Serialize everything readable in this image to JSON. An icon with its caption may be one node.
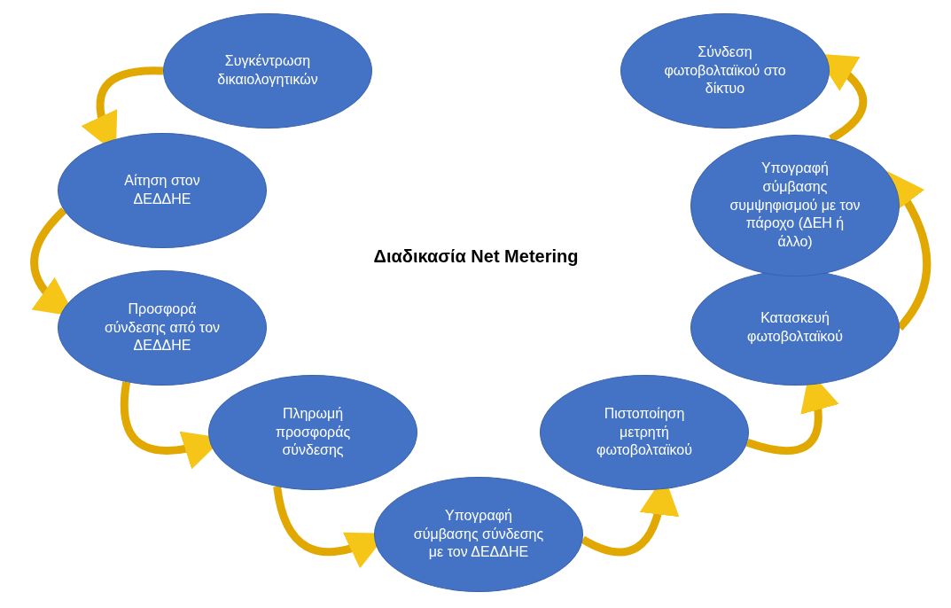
{
  "diagram": {
    "title": "Διαδικασία Net Metering",
    "nodes": [
      {
        "text": [
          "Συγκέντρωση δικαιολογητικών"
        ]
      },
      {
        "text": [
          "Αίτηση στον ΔΕΔΔΗΕ"
        ]
      },
      {
        "text": [
          "Προσφορά σύνδεσης από τον ΔΕΔΔΗΕ"
        ]
      },
      {
        "text": [
          "Πληρωμή προσφοράς σύνδεσης"
        ]
      },
      {
        "text": [
          "Υπογραφή σύμβασης σύνδεσης με τον ΔΕΔΔΗΕ"
        ]
      },
      {
        "text": [
          "Πιστοποίηση μετρητή φωτοβολταϊκού"
        ]
      },
      {
        "text": [
          "Κατασκευή φωτοβολταϊκού"
        ]
      },
      {
        "text": [
          "Υπογραφή σύμβασης συμψηφισμού με τον πάροχο (ΔΕΗ ή άλλο)"
        ]
      },
      {
        "text": [
          "Σύνδεση φωτοβολταϊκού στο δίκτυο"
        ]
      }
    ],
    "edges": [
      {
        "from": 0,
        "to": 1,
        "arrow": "to"
      },
      {
        "from": 1,
        "to": 2,
        "arrow": "to"
      },
      {
        "from": 2,
        "to": 3,
        "arrow": "to"
      },
      {
        "from": 3,
        "to": 4,
        "arrow": "to"
      },
      {
        "from": 4,
        "to": 5,
        "arrow": "to"
      },
      {
        "from": 5,
        "to": 6,
        "arrow": "to"
      },
      {
        "from": 6,
        "to": 7,
        "arrow": "to"
      },
      {
        "from": 7,
        "to": 8,
        "arrow": "to"
      }
    ]
  }
}
